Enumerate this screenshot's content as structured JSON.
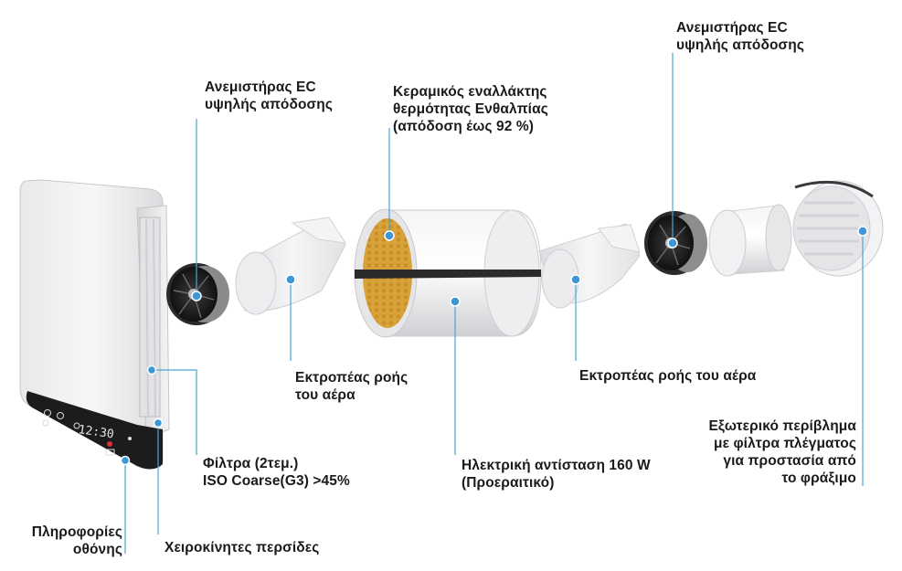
{
  "labels": {
    "fan_left": [
      "Ανεμιστήρας EC",
      "υψηλής απόδοσης"
    ],
    "ceramic": [
      "Κεραμικός εναλλάκτης",
      "θερμότητας Ενθαλπίας",
      "(απόδοση έως 92 %)"
    ],
    "fan_right": [
      "Ανεμιστήρας EC",
      "υψηλής απόδοσης"
    ],
    "deflector_left": [
      "Εκτροπέας ροής",
      "του αέρα"
    ],
    "deflector_right": [
      "Εκτροπέας ροής του αέρα"
    ],
    "filters": [
      "Φίλτρα (2τεμ.)",
      "ISO Coarse(G3) >45%"
    ],
    "heater": [
      "Ηλεκτρική αντίσταση 160 W",
      "(Προεραιτικό)"
    ],
    "housing": [
      "Εξωτερικό περίβλημα",
      "με φίλτρα πλέγματος",
      "για προστασία από",
      "το φράξιμο"
    ],
    "display": [
      "Πληροφορίες",
      "οθόνης"
    ],
    "louvers": [
      "Χειροκίνητες περσίδες"
    ]
  },
  "display_readout": "12:30",
  "colors": {
    "leader": "#4aa3d8",
    "dot": "#3b97d6",
    "ceramic": "#d9a437",
    "panel": "#f2f2f3",
    "display": "#1c1c1e"
  }
}
